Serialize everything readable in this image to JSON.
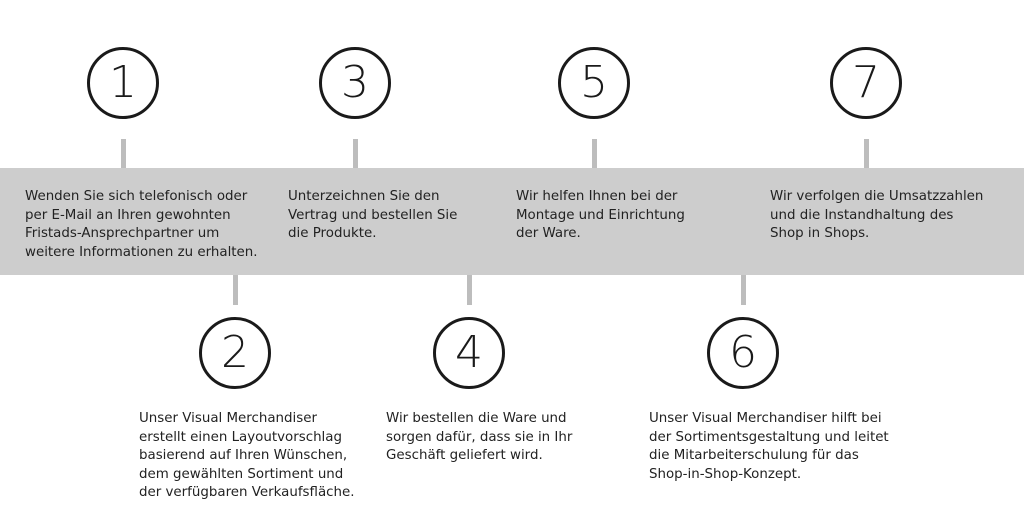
{
  "steps": [
    {
      "number": "1",
      "text": "Wenden Sie sich telefonisch oder\nper E-Mail an Ihren gewohnten\nFristads-Ansprechpartner um\nweitere Informationen zu erhalten."
    },
    {
      "number": "2",
      "text": "Unser Visual Merchandiser\nerstellt einen Layoutvorschlag\nbasierend auf Ihren Wünschen,\ndem gewählten Sortiment und\nder verfügbaren Verkaufsfläche."
    },
    {
      "number": "3",
      "text": "Unterzeichnen Sie den\nVertrag und bestellen Sie\ndie Produkte."
    },
    {
      "number": "4",
      "text": "Wir bestellen die Ware und\nsorgen dafür, dass sie in Ihr\nGeschäft geliefert wird."
    },
    {
      "number": "5",
      "text": "Wir helfen Ihnen bei der\nMontage und Einrichtung\nder Ware."
    },
    {
      "number": "6",
      "text": "Unser Visual Merchandiser hilft bei\nder Sortimentsgestaltung und leitet\ndie Mitarbeiterschulung für das\nShop-in-Shop-Konzept."
    },
    {
      "number": "7",
      "text": "Wir verfolgen die Umsatzzahlen\nund die Instandhaltung des\nShop in Shops."
    }
  ]
}
